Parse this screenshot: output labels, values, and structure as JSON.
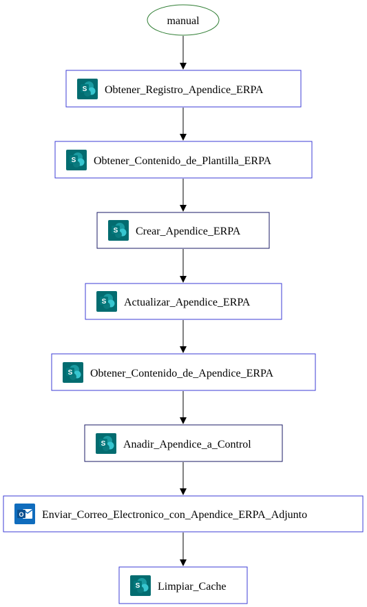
{
  "start": {
    "label": "manual"
  },
  "steps": [
    {
      "label": "Obtener_Registro_Apendice_ERPA",
      "icon": "sharepoint-icon"
    },
    {
      "label": "Obtener_Contenido_de_Plantilla_ERPA",
      "icon": "sharepoint-icon"
    },
    {
      "label": "Crear_Apendice_ERPA",
      "icon": "sharepoint-icon"
    },
    {
      "label": "Actualizar_Apendice_ERPA",
      "icon": "sharepoint-icon"
    },
    {
      "label": "Obtener_Contenido_de_Apendice_ERPA",
      "icon": "sharepoint-icon"
    },
    {
      "label": "Anadir_Apendice_a_Control",
      "icon": "sharepoint-icon"
    },
    {
      "label": "Enviar_Correo_Electronico_con_Apendice_ERPA_Adjunto",
      "icon": "outlook-icon"
    },
    {
      "label": "Limpiar_Cache",
      "icon": "sharepoint-icon"
    }
  ],
  "colors": {
    "start_border": "#2e7d32",
    "box_border": "#3b3bd6",
    "box_border_dark": "#1a1a66",
    "arrow": "#000000",
    "sharepoint": "#036c70",
    "outlook": "#0f6cbd"
  }
}
